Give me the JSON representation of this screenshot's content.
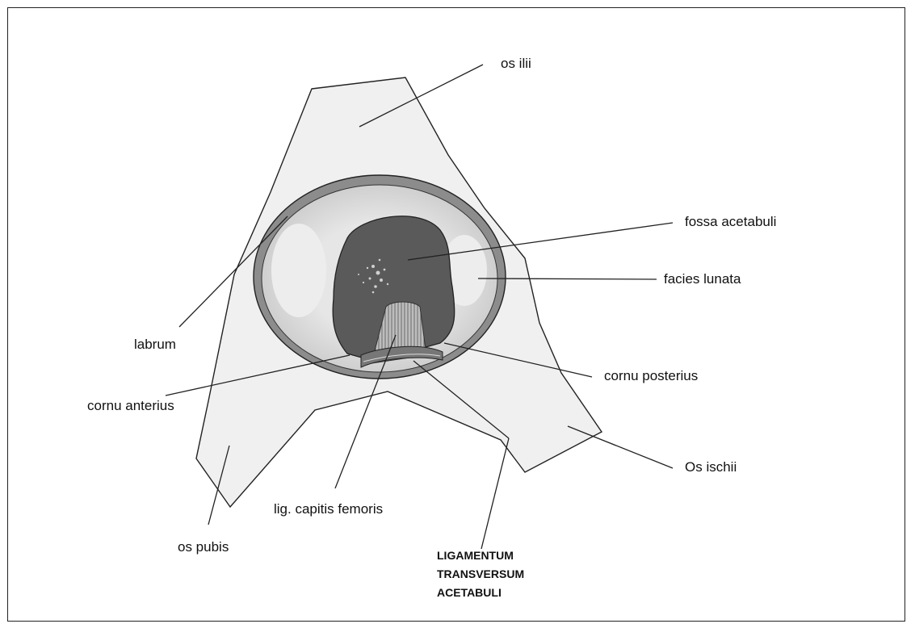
{
  "labels": {
    "os_ilii": "os ilii",
    "fossa_acetabuli": "fossa acetabuli",
    "facies_lunata": "facies lunata",
    "labrum": "labrum",
    "cornu_posterius": "cornu posterius",
    "cornu_anterius": "cornu anterius",
    "os_ischii": "Os ischii",
    "lig_capitis_femoris": "lig. capitis femoris",
    "os_pubis": "os pubis",
    "ligamentum_transversum": [
      "LIGAMENTUM",
      "TRANSVERSUM",
      "ACETABULI"
    ]
  },
  "colors": {
    "bone": "#f0f0f0",
    "labrum_ring": "#8c8c8c",
    "facies_lunata": "#d8d8d8",
    "fossa": "#5a5a5a",
    "ligament": "#a0a0a0",
    "outline": "#222222"
  }
}
